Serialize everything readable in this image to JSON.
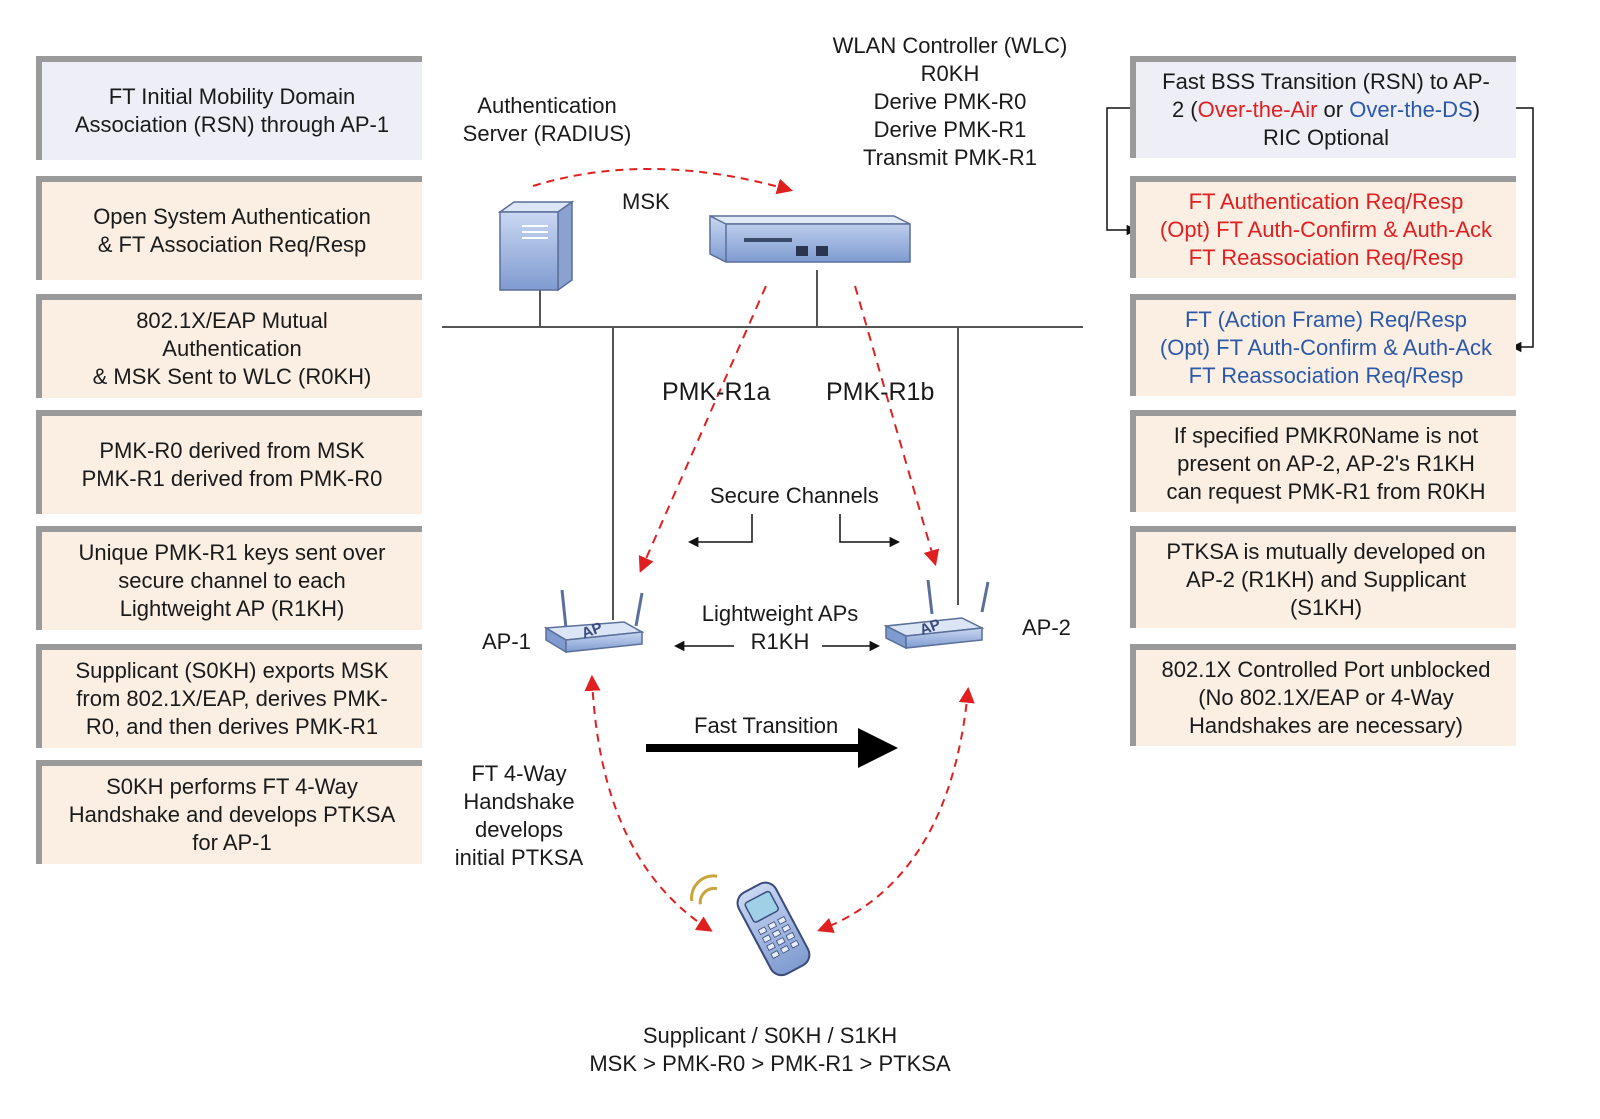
{
  "left_steps": [
    {
      "lines": [
        "FT Initial Mobility Domain",
        "Association (RSN) through AP-1"
      ],
      "style": "gray"
    },
    {
      "lines": [
        "Open System Authentication",
        "& FT Association Req/Resp"
      ],
      "style": "peach"
    },
    {
      "lines": [
        "802.1X/EAP Mutual",
        "Authentication",
        "& MSK Sent to WLC (R0KH)"
      ],
      "style": "peach"
    },
    {
      "lines": [
        "PMK-R0 derived from MSK",
        "PMK-R1 derived from PMK-R0"
      ],
      "style": "peach"
    },
    {
      "lines": [
        "Unique PMK-R1 keys sent over",
        "secure channel to each",
        "Lightweight AP (R1KH)"
      ],
      "style": "peach"
    },
    {
      "lines": [
        "Supplicant (S0KH) exports MSK",
        "from 802.1X/EAP, derives PMK-",
        "R0, and then derives PMK-R1"
      ],
      "style": "peach"
    },
    {
      "lines": [
        "S0KH performs FT 4-Way",
        "Handshake and develops PTKSA",
        "for AP-1"
      ],
      "style": "peach"
    }
  ],
  "right_header": {
    "line1": "Fast BSS Transition (RSN) to AP-",
    "line2_prefix": "2 (",
    "over_air": "Over-the-Air",
    "or": " or ",
    "over_ds": "Over-the-DS",
    "line2_suffix": ")",
    "line3": "RIC Optional"
  },
  "right_steps": [
    {
      "lines": [
        "FT Authentication Req/Resp",
        "(Opt) FT Auth-Confirm & Auth-Ack",
        "FT Reassociation Req/Resp"
      ],
      "style": "peach",
      "text_color": "red"
    },
    {
      "lines": [
        "FT (Action Frame) Req/Resp",
        "(Opt) FT Auth-Confirm & Auth-Ack",
        "FT Reassociation Req/Resp"
      ],
      "style": "peach",
      "text_color": "blue"
    },
    {
      "lines": [
        "If specified PMKR0Name is not",
        "present on AP-2, AP-2's R1KH",
        "can request PMK-R1 from R0KH"
      ],
      "style": "peach",
      "text_color": "black"
    },
    {
      "lines": [
        "PTKSA is mutually developed on",
        "AP-2 (R1KH) and Supplicant",
        "(S1KH)"
      ],
      "style": "peach",
      "text_color": "black"
    },
    {
      "lines": [
        "802.1X Controlled Port unblocked",
        "(No 802.1X/EAP or 4-Way",
        "Handshakes are necessary)"
      ],
      "style": "peach",
      "text_color": "black"
    }
  ],
  "labels": {
    "auth_server": [
      "Authentication",
      "Server (RADIUS)"
    ],
    "wlc": [
      "WLAN Controller (WLC)",
      "R0KH",
      "Derive PMK-R0",
      "Derive PMK-R1",
      "Transmit PMK-R1"
    ],
    "msk": "MSK",
    "pmk_r1a": "PMK-R1a",
    "pmk_r1b": "PMK-R1b",
    "secure_channels": "Secure Channels",
    "lightweight_aps": [
      "Lightweight APs",
      "R1KH"
    ],
    "ap1": "AP-1",
    "ap2": "AP-2",
    "fast_transition": "Fast Transition",
    "ft_handshake": [
      "FT 4-Way",
      "Handshake",
      "develops",
      "initial PTKSA"
    ],
    "supplicant": [
      "Supplicant / S0KH / S1KH",
      "MSK > PMK-R0 > PMK-R1 > PTKSA"
    ],
    "ap_device_text": "AP"
  },
  "icons": [
    "server-icon",
    "wlan-controller-icon",
    "access-point-icon",
    "mobile-phone-icon"
  ],
  "colors": {
    "red_arrow": "#e02020",
    "blue_text": "#2b59a8",
    "peach_box": "#fbeee3",
    "gray_box": "#eeeef6",
    "device_blue": "#9fb6e0"
  }
}
